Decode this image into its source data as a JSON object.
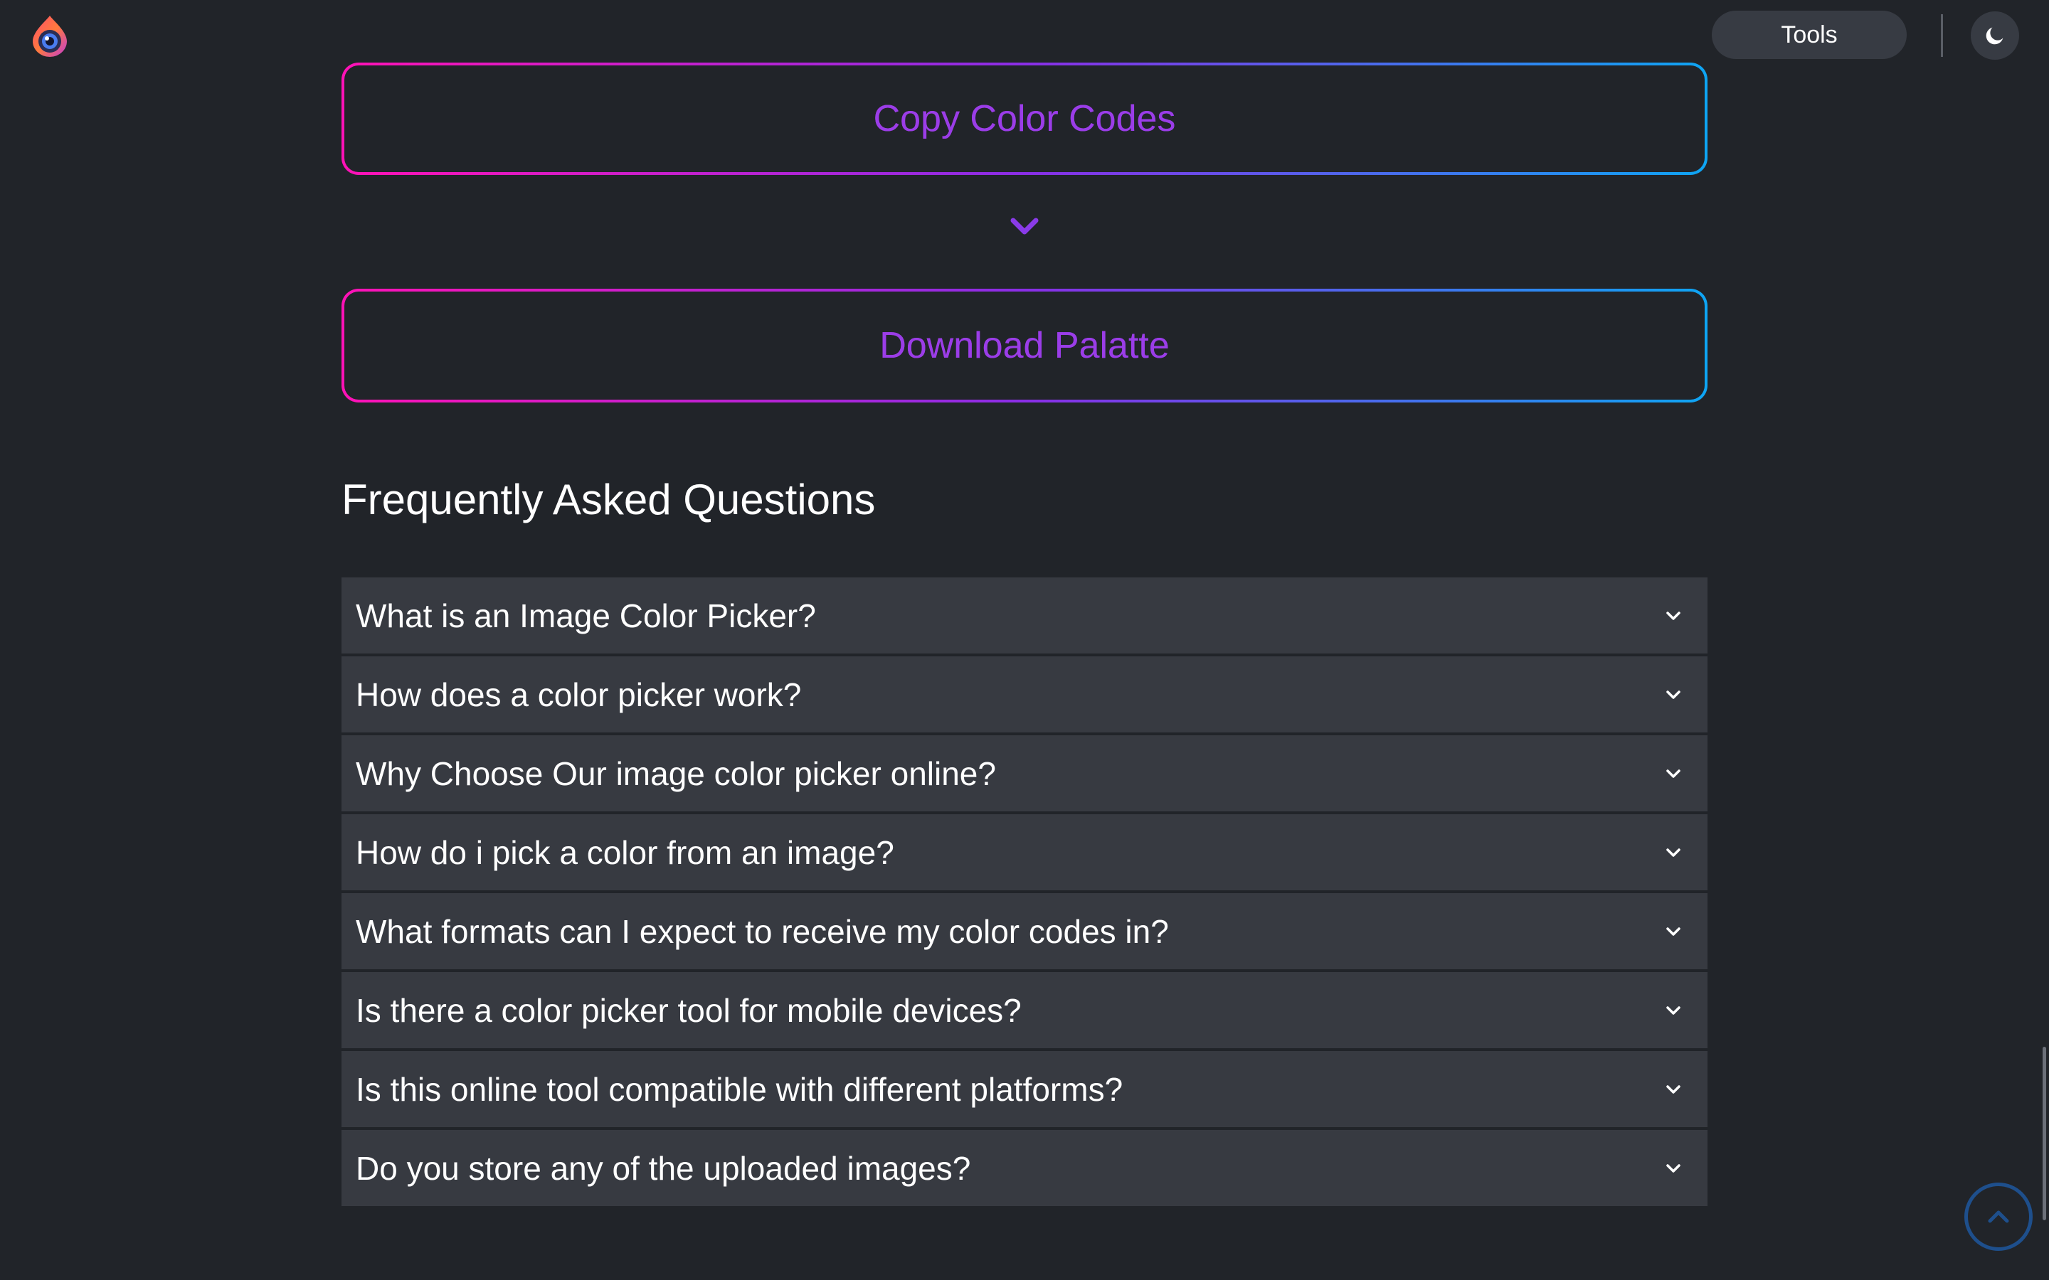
{
  "header": {
    "logo_icon": "eye-drop-logo-icon",
    "tools_label": "Tools",
    "theme_icon": "moon-icon"
  },
  "actions": {
    "copy_label": "Copy Color Codes",
    "download_label": "Download Palatte",
    "divider_icon": "chevron-down-icon"
  },
  "colors": {
    "background": "#212429",
    "panel": "#373a41",
    "gradient_start": "#ff12b6",
    "gradient_mid": "#8a2ee6",
    "gradient_end": "#0ea5f3",
    "button_text": "#9b3de8",
    "scroll_top_ring": "#1e4f8c"
  },
  "faq": {
    "title": "Frequently Asked Questions",
    "items": [
      {
        "question": "What is an Image Color Picker?"
      },
      {
        "question": "How does a color picker work?"
      },
      {
        "question": "Why Choose Our image color picker online?"
      },
      {
        "question": "How do i pick a color from an image?"
      },
      {
        "question": "What formats can I expect to receive my color codes in?"
      },
      {
        "question": "Is there a color picker tool for mobile devices?"
      },
      {
        "question": "Is this online tool compatible with different platforms?"
      },
      {
        "question": "Do you store any of the uploaded images?"
      }
    ]
  },
  "scroll_top_icon": "chevron-up-icon"
}
